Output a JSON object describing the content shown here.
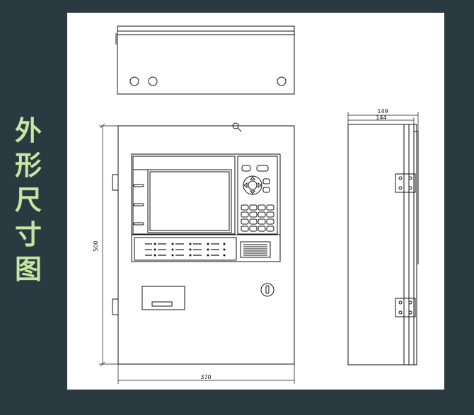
{
  "side_title": [
    "外",
    "形",
    "尺",
    "寸",
    "图"
  ],
  "dimensions": {
    "height": "500",
    "width": "370",
    "depth_outer": "149",
    "depth_inner": "144"
  },
  "colors": {
    "background": "#2b3a40",
    "title": "#c7e6a2",
    "sheet": "#ffffff",
    "line": "#111111"
  }
}
